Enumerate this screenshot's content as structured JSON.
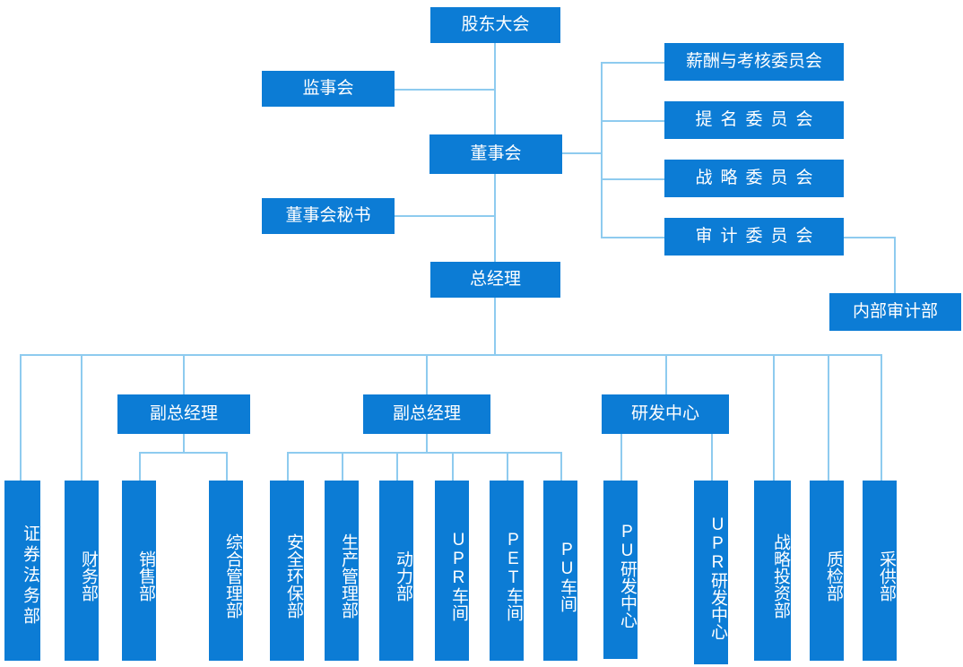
{
  "meta": {
    "title": "公司组织结构图",
    "box_color": "#0c7cd5",
    "line_color": "#8ecbef",
    "text_color": "#ffffff",
    "background": "#ffffff"
  },
  "nodes": {
    "shareholders_meeting": "股东大会",
    "board_of_supervisors": "监事会",
    "board_of_directors": "董事会",
    "board_secretary": "董事会秘书",
    "general_manager": "总经理",
    "internal_audit_dept": "内部审计部"
  },
  "committees": [
    {
      "id": "remuneration-appraisal-committee",
      "label": "薪酬与考核委员会",
      "spaced": false
    },
    {
      "id": "nomination-committee",
      "label": "提名委员会",
      "spaced": true
    },
    {
      "id": "strategy-committee",
      "label": "战略委员会",
      "spaced": true
    },
    {
      "id": "audit-committee",
      "label": "审计委员会",
      "spaced": true
    }
  ],
  "middle_managers": [
    {
      "id": "deputy-general-manager-1",
      "label": "副总经理"
    },
    {
      "id": "deputy-general-manager-2",
      "label": "副总经理"
    },
    {
      "id": "rd-center",
      "label": "研发中心"
    }
  ],
  "departments": [
    {
      "id": "securities-legal-affairs-dept",
      "label": "证券法务部",
      "spaced": true
    },
    {
      "id": "finance-dept",
      "label": "财务部",
      "spaced": false
    },
    {
      "id": "sales-dept",
      "label": "销售部",
      "spaced": false
    },
    {
      "id": "general-management-dept",
      "label": "综合管理部",
      "spaced": false
    },
    {
      "id": "safety-environmental-dept",
      "label": "安全环保部",
      "spaced": false
    },
    {
      "id": "production-management-dept",
      "label": "生产管理部",
      "spaced": false
    },
    {
      "id": "power-dept",
      "label": "动力部",
      "spaced": false
    },
    {
      "id": "upr-workshop",
      "label": "UPR车间",
      "spaced": false
    },
    {
      "id": "pet-workshop",
      "label": "PET车间",
      "spaced": false
    },
    {
      "id": "pu-workshop",
      "label": "PU车间",
      "spaced": false
    },
    {
      "id": "pu-rd-center",
      "label": "PU研发中心",
      "spaced": false
    },
    {
      "id": "upr-rd-center",
      "label": "UPR研发中心",
      "spaced": false
    },
    {
      "id": "strategic-investment-dept",
      "label": "战略投资部",
      "spaced": false
    },
    {
      "id": "quality-inspection-dept",
      "label": "质检部",
      "spaced": false
    },
    {
      "id": "procurement-supply-dept",
      "label": "采供部",
      "spaced": false
    }
  ]
}
